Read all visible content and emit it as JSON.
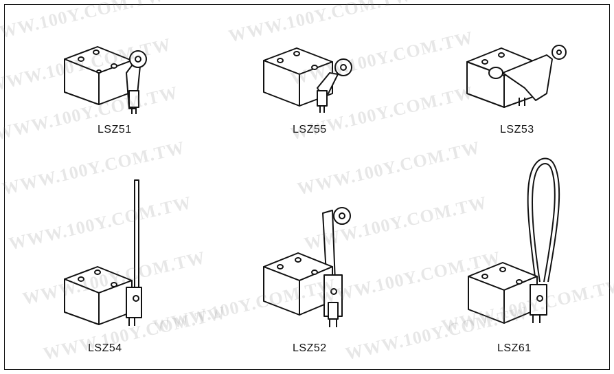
{
  "watermark": "WWW.100Y.COM.TW",
  "switches": [
    {
      "model": "LSZ51",
      "actuator": "roller-lever"
    },
    {
      "model": "LSZ55",
      "actuator": "short-roller-lever"
    },
    {
      "model": "LSZ53",
      "actuator": "adjustable-roller-lever"
    },
    {
      "model": "LSZ54",
      "actuator": "rod-lever"
    },
    {
      "model": "LSZ52",
      "actuator": "adjustable-long-roller-lever"
    },
    {
      "model": "LSZ61",
      "actuator": "loop-lever"
    }
  ]
}
